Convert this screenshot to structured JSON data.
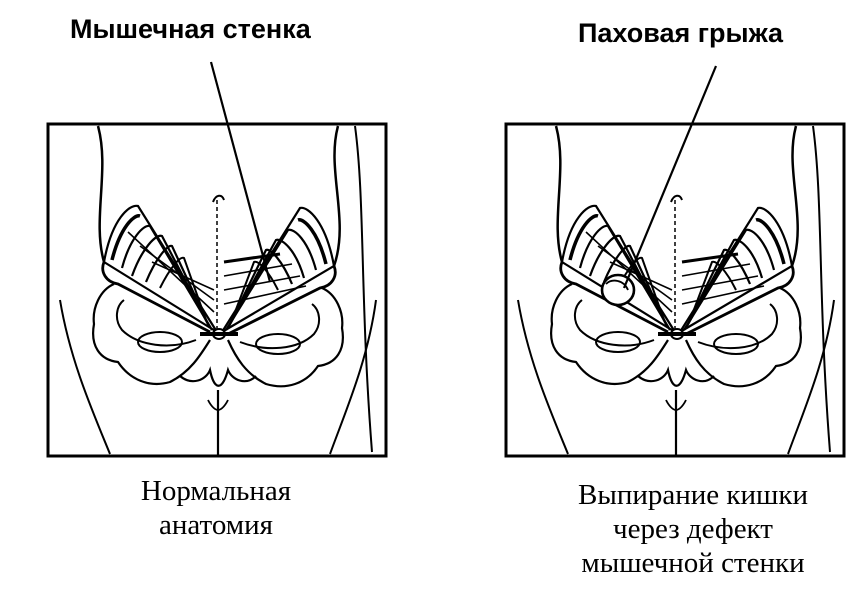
{
  "labels": {
    "muscle_wall": "Мышечная стенка",
    "inguinal_hernia": "Паховая грыжа"
  },
  "captions": {
    "left": [
      "Нормальная",
      "анатомия"
    ],
    "right": [
      "Выпирание кишки",
      "через дефект",
      "мышечной стенки"
    ]
  }
}
